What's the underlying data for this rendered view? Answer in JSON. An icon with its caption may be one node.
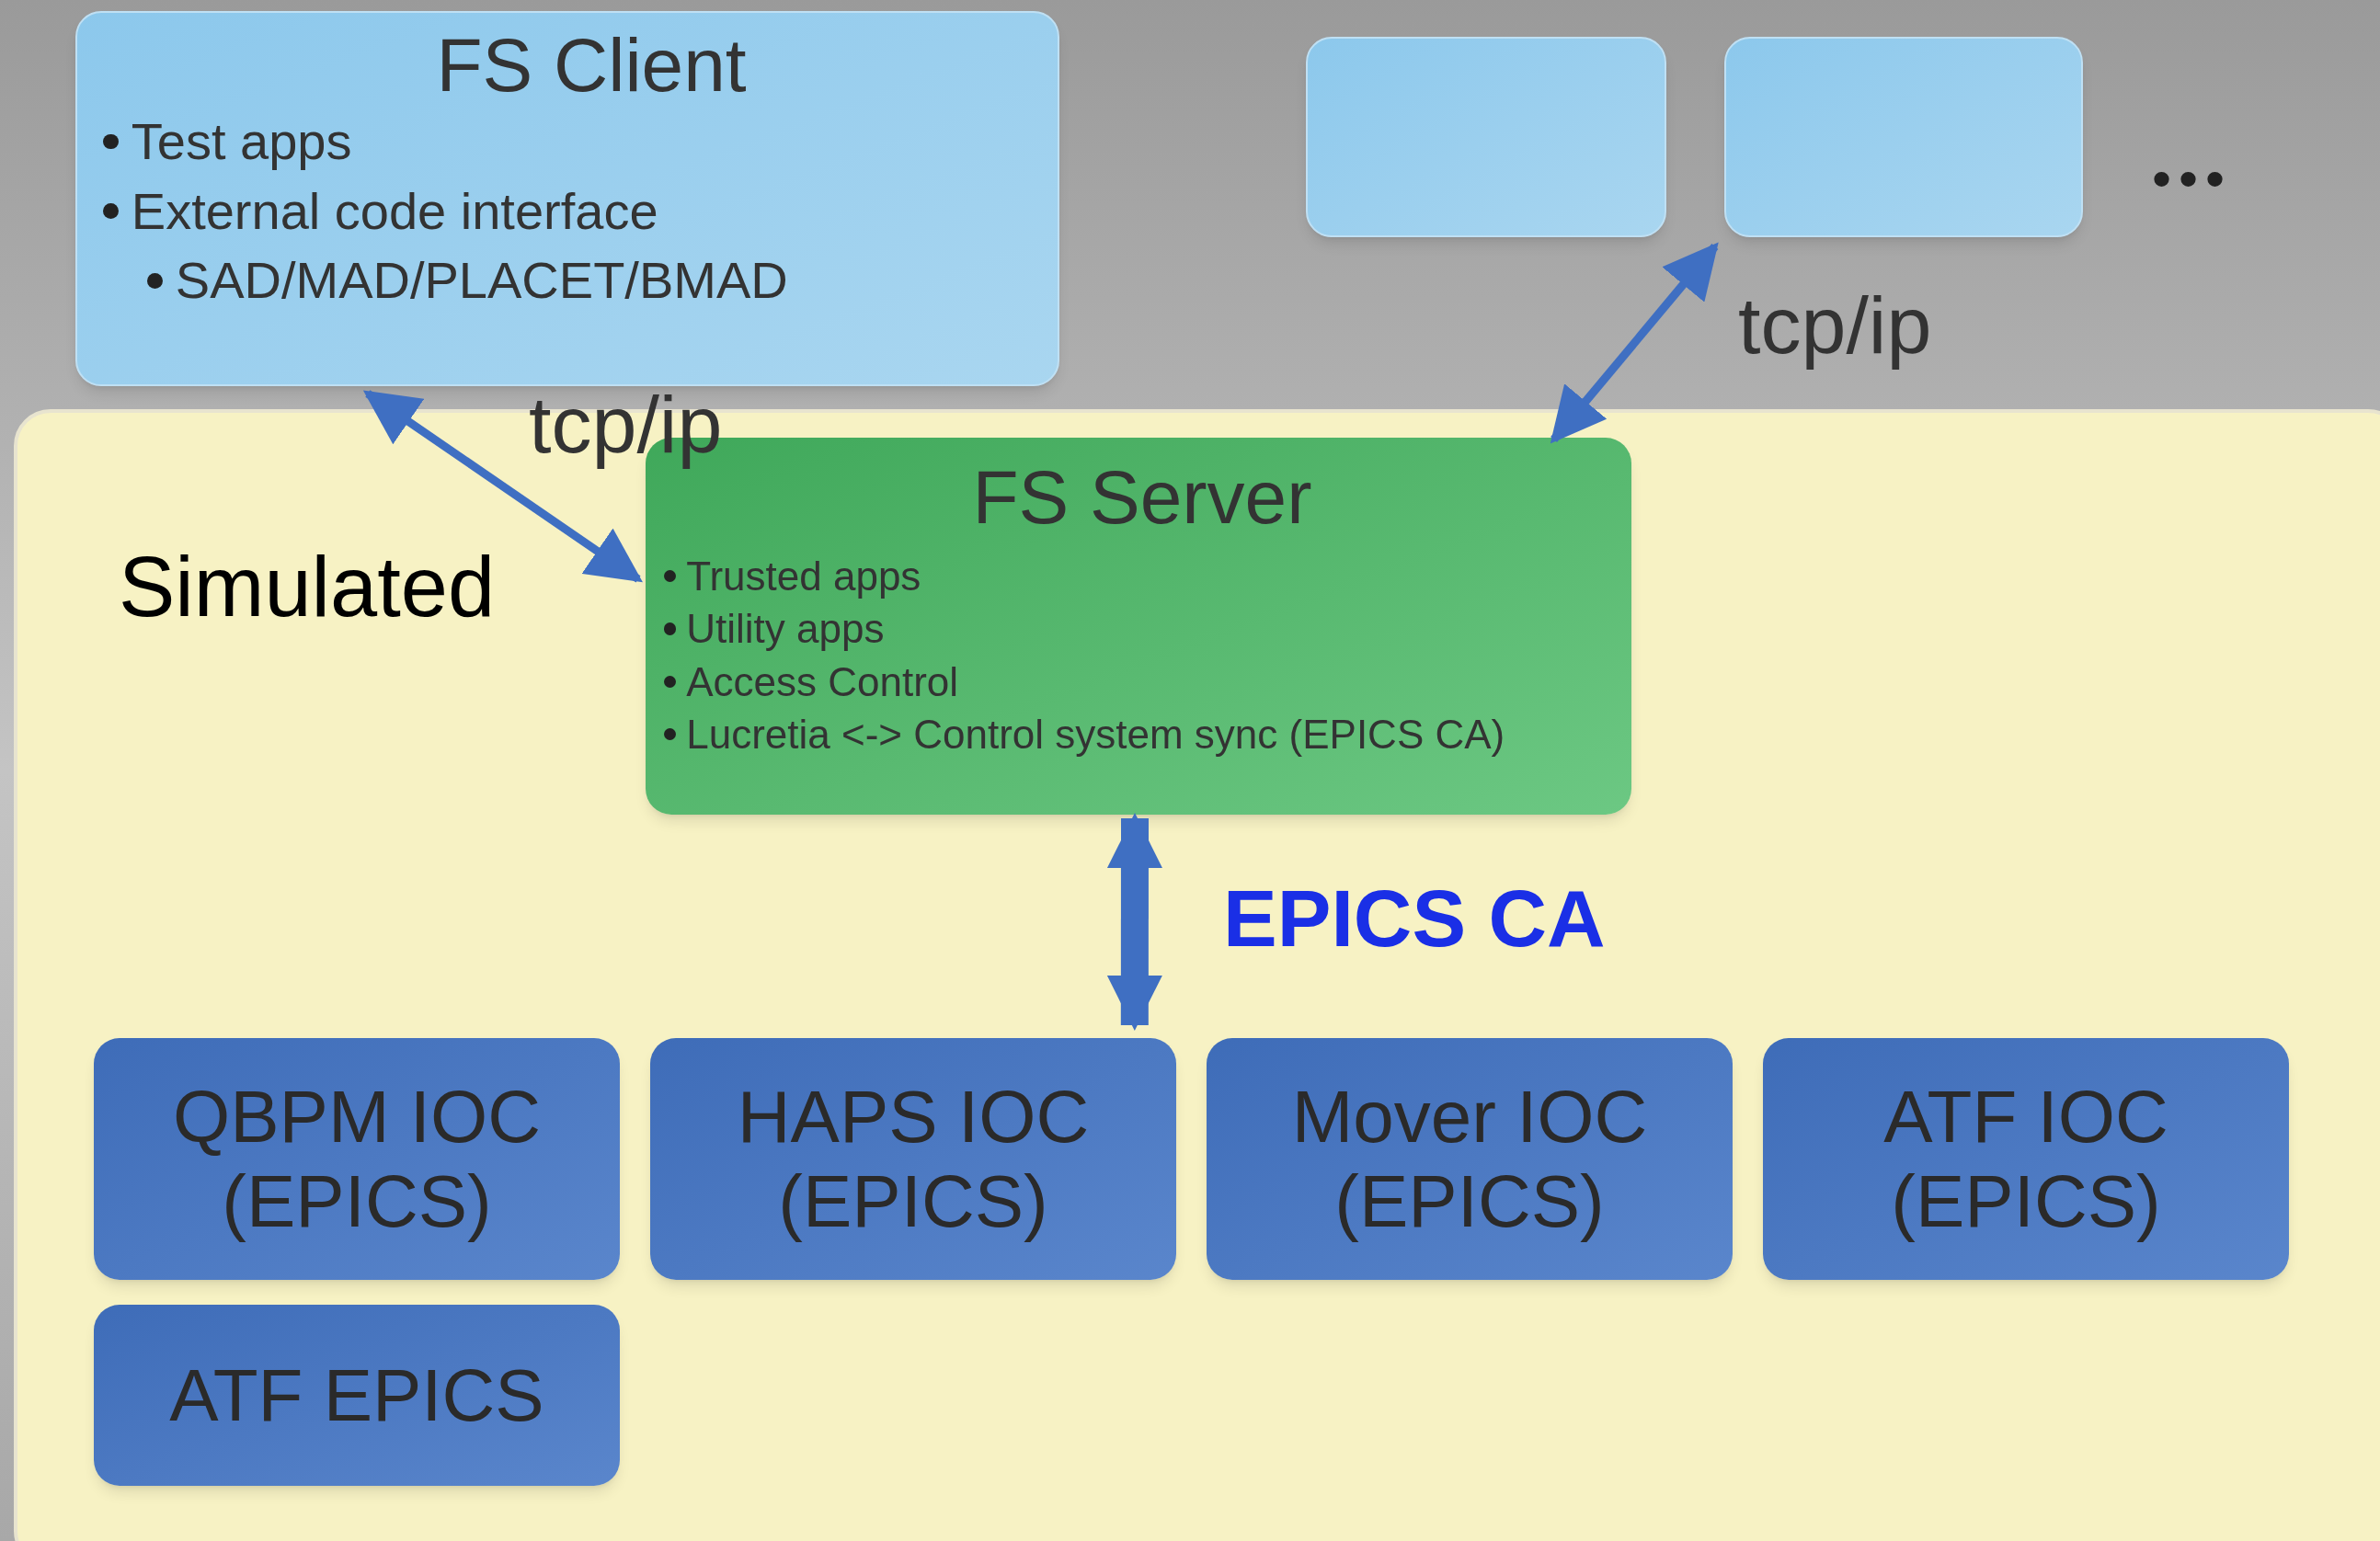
{
  "diagram": {
    "nodes": [
      {
        "text": [
          "FS Client",
          "Test apps",
          "External code interface",
          "SAD/MAD/PLACET/BMAD"
        ]
      },
      {
        "text": [],
        "shape": "box"
      },
      {
        "text": [],
        "shape": "box"
      },
      {
        "text": [
          "Simulated"
        ]
      },
      {
        "text": [
          "FS Server",
          "Trusted apps",
          "Utility apps",
          "Access Control",
          "Lucretia <-> Control system sync (EPICS CA)"
        ],
        "in": 3
      },
      {
        "text": [
          "QBPM IOC (EPICS)"
        ],
        "in": 3
      },
      {
        "text": [
          "HAPS IOC (EPICS)"
        ],
        "in": 3
      },
      {
        "text": [
          "Mover IOC (EPICS)"
        ],
        "in": 3
      },
      {
        "text": [
          "ATF IOC (EPICS)"
        ],
        "in": 3
      },
      {
        "text": [
          "ATF EPICS"
        ],
        "in": 3
      }
    ],
    "edges": [
      {
        "from": 0,
        "to": 4,
        "arrow": "both",
        "label": "tcp/ip"
      },
      {
        "from": 2,
        "to": 4,
        "arrow": "both",
        "label": "tcp/ip"
      },
      {
        "from": 4,
        "to": 6,
        "arrow": "both",
        "label": "EPICS CA",
        "style": "thick"
      }
    ],
    "labels": [
      "•••"
    ]
  }
}
